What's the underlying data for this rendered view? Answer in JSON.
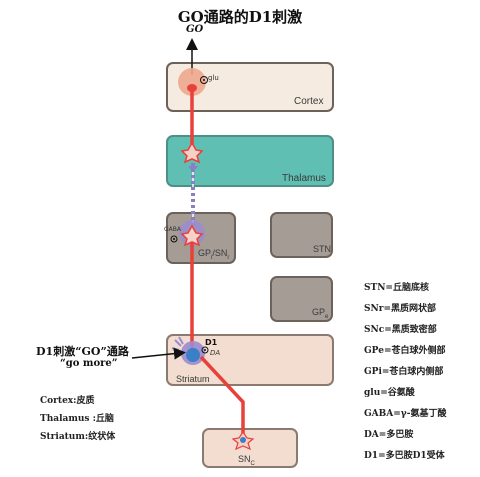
{
  "title": "GO通路的D1刺激",
  "go_label": "GO",
  "nodes": {
    "cortex": {
      "label": "Cortex",
      "neurotransmitter": "glu"
    },
    "thalamus": {
      "label": "Thalamus"
    },
    "gpi": {
      "label_main": "GP",
      "label_sub1": "i",
      "label_sep": "/SN",
      "label_sub2": "r",
      "neurotransmitter": "GABA"
    },
    "stn": {
      "label": "STN"
    },
    "gpe": {
      "label_main": "GP",
      "label_sub": "e"
    },
    "striatum": {
      "label": "Striatum",
      "receptor": "D1",
      "neurotransmitter": "DA"
    },
    "snc": {
      "label_main": "SN",
      "label_sub": "C"
    }
  },
  "annotation": {
    "line1": "D1刺激“GO”通路",
    "line2": "“go more”"
  },
  "legend_left": [
    "Cortex:皮质",
    "Thalamus :丘脑",
    "Striatum:纹状体"
  ],
  "legend_right": [
    "STN=丘脑底核",
    "SNr=黑质网状部",
    "SNc=黑质致密部",
    "GPe=苍白球外侧部",
    "GPi=苍白球内侧部",
    "glu=谷氨酸",
    "GABA=γ-氨基丁酸",
    "DA=多巴胺",
    "D1=多巴胺D1受体"
  ],
  "colors": {
    "excitatory": "#e8403a",
    "inhibitory_dash": "#8a7fc0",
    "thalamus_fill": "#5fbfb2",
    "gray_box_fill": "#a59c96",
    "beige_box_fill": "#f2ddd0",
    "cortex_fill": "#f5ebe0"
  }
}
